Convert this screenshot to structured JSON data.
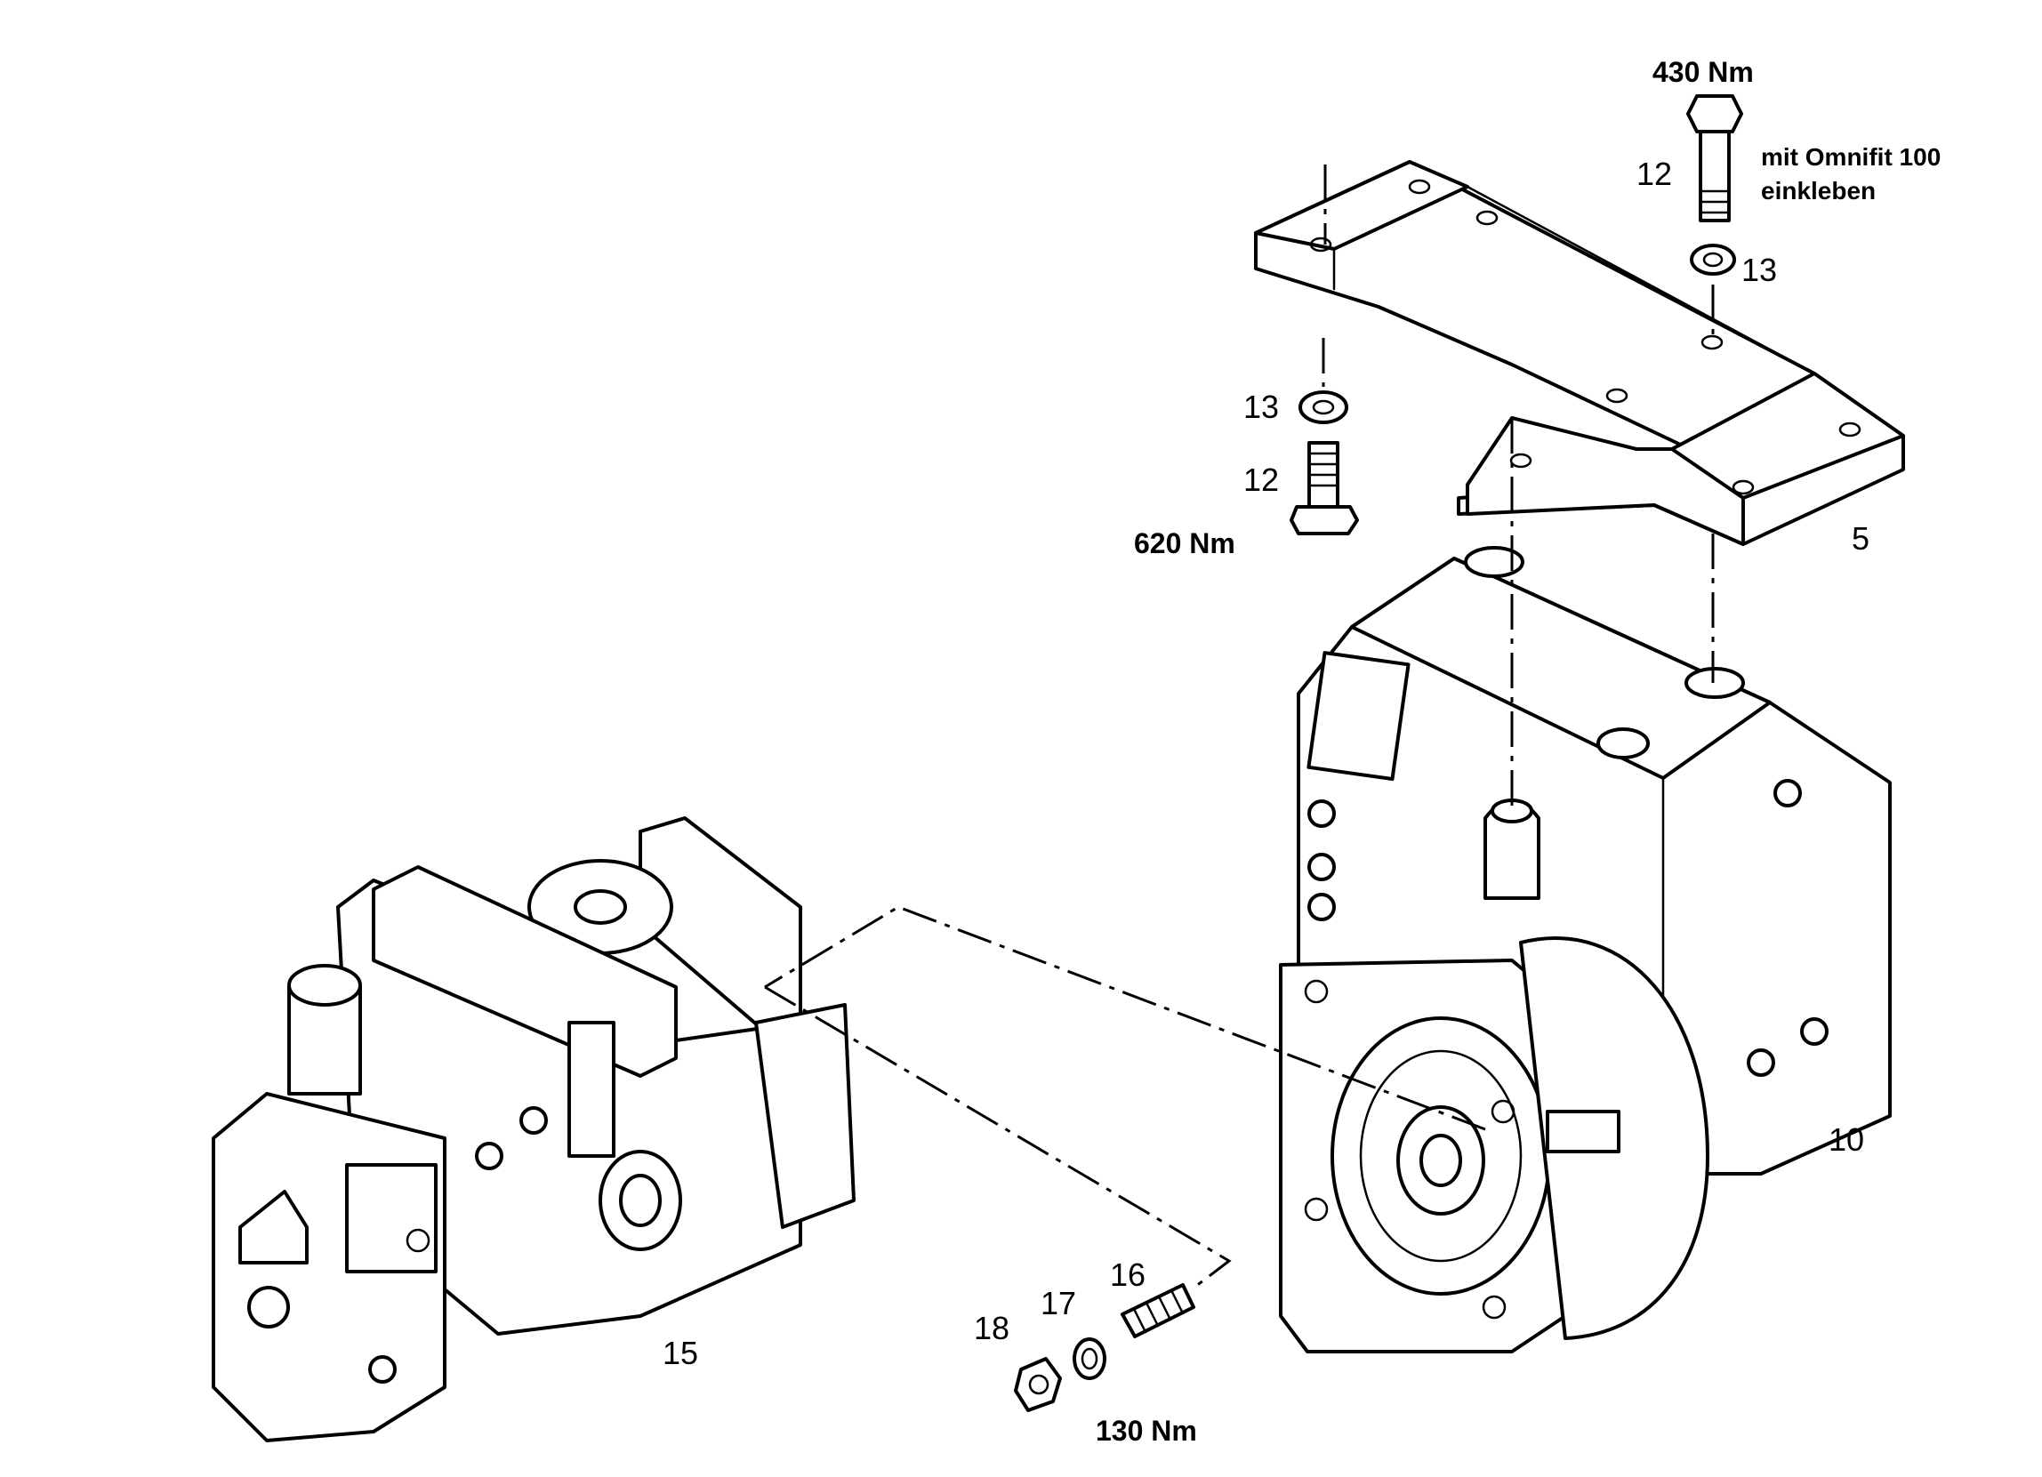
{
  "callouts": {
    "p5": "5",
    "p10": "10",
    "p12_top": "12",
    "p12_left": "12",
    "p13_top": "13",
    "p13_left": "13",
    "p15": "15",
    "p16": "16",
    "p17": "17",
    "p18": "18"
  },
  "torques": {
    "top_bolt": "430 Nm",
    "left_bolt": "620 Nm",
    "stud_nut": "130 Nm"
  },
  "note": {
    "line1": "mit Omnifit 100",
    "line2": "einkleben"
  }
}
